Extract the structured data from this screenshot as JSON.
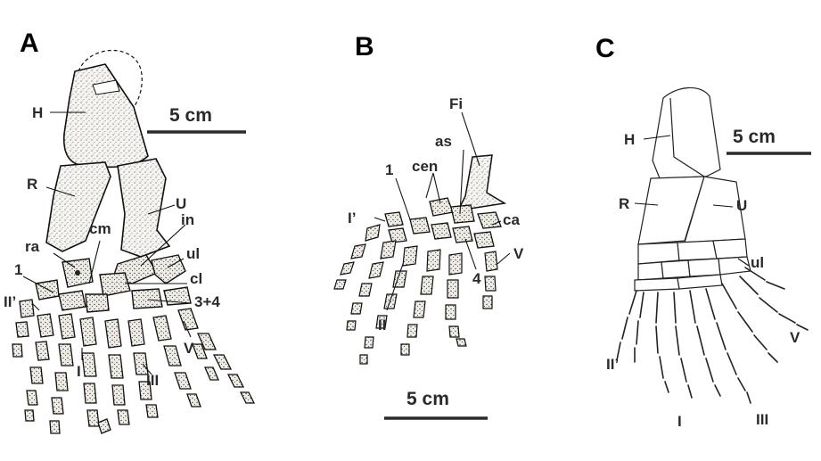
{
  "panels": {
    "a": {
      "letter": "A",
      "scale": "5 cm",
      "labels": {
        "H": "H",
        "R": "R",
        "U": "U",
        "cm": "cm",
        "in": "in",
        "ra": "ra",
        "ul": "ul",
        "d1": "1",
        "cl": "cl",
        "II_prime": "II’",
        "d34": "3+4",
        "V": "V",
        "I": "I",
        "III": "III"
      }
    },
    "b": {
      "letter": "B",
      "scale": "5 cm",
      "labels": {
        "Fi": "Fi",
        "as": "as",
        "cen": "cen",
        "d1": "1",
        "I_prime": "I’",
        "ca": "ca",
        "V": "V",
        "d4": "4",
        "II": "II"
      }
    },
    "c": {
      "letter": "C",
      "scale": "5 cm",
      "labels": {
        "H": "H",
        "R": "R",
        "U": "U",
        "ul": "ul",
        "II_prime": "II’",
        "V": "V",
        "I": "I",
        "III": "III"
      }
    }
  }
}
